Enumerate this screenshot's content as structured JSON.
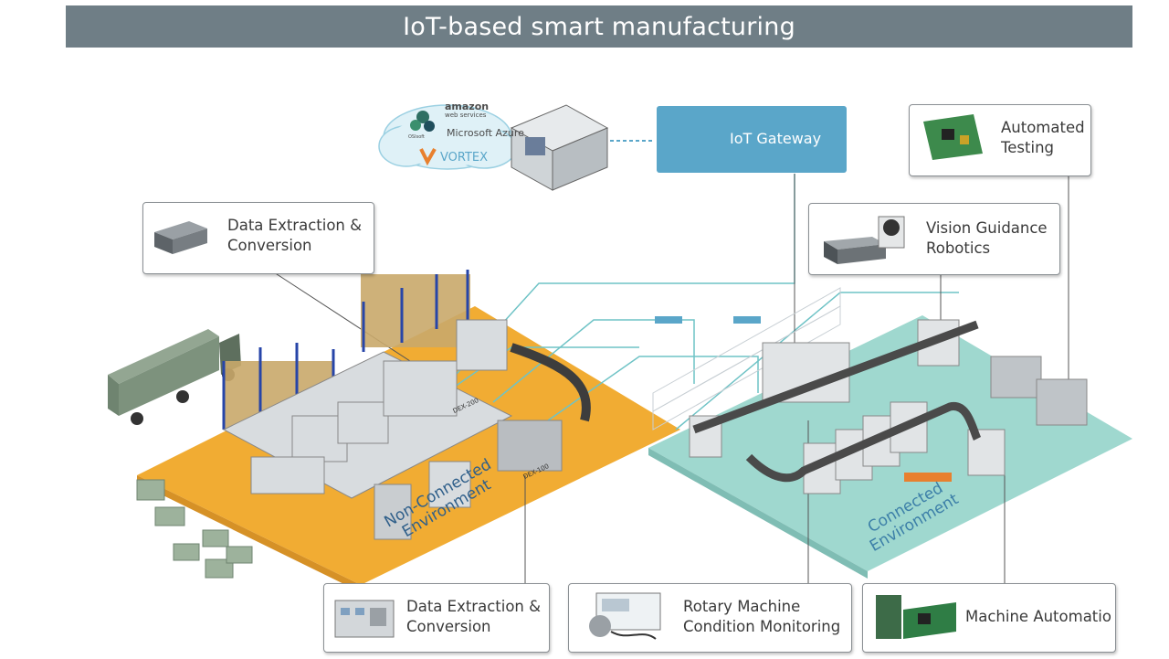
{
  "title": "IoT-based smart manufacturing",
  "gateway": {
    "label": "IoT Gateway"
  },
  "cloud": {
    "amazon": "amazon",
    "amazon_sub": "web services",
    "azure": "Microsoft Azure",
    "vortex": "VORTEX",
    "small": "OSIsoft"
  },
  "callouts": {
    "data_extraction_top": {
      "line1": "Data Extraction &",
      "line2": "Conversion"
    },
    "automated_testing": {
      "line1": "Automated",
      "line2": "Testing"
    },
    "vision_guidance": {
      "line1": "Vision Guidance",
      "line2": "Robotics"
    },
    "data_extraction_bottom": {
      "line1": "Data Extraction &",
      "line2": "Conversion"
    },
    "rotary_machine": {
      "line1": "Rotary Machine",
      "line2": "Condition Monitoring"
    },
    "machine_automation": {
      "line1": "Machine Automatio"
    }
  },
  "environments": {
    "non_connected": {
      "line1": "Non-Connected",
      "line2": "Environment"
    },
    "connected": {
      "line1": "Connected",
      "line2": "Environment"
    }
  },
  "device_labels": {
    "dex200": "DEX-200",
    "dex100": "DEX-100"
  },
  "colors": {
    "title_bg": "#6f7e86",
    "gateway_bg": "#5aa6c9",
    "orange_floor": "#f1ac33",
    "teal_floor": "#9fd8cf",
    "line": "#6fc3c6"
  }
}
